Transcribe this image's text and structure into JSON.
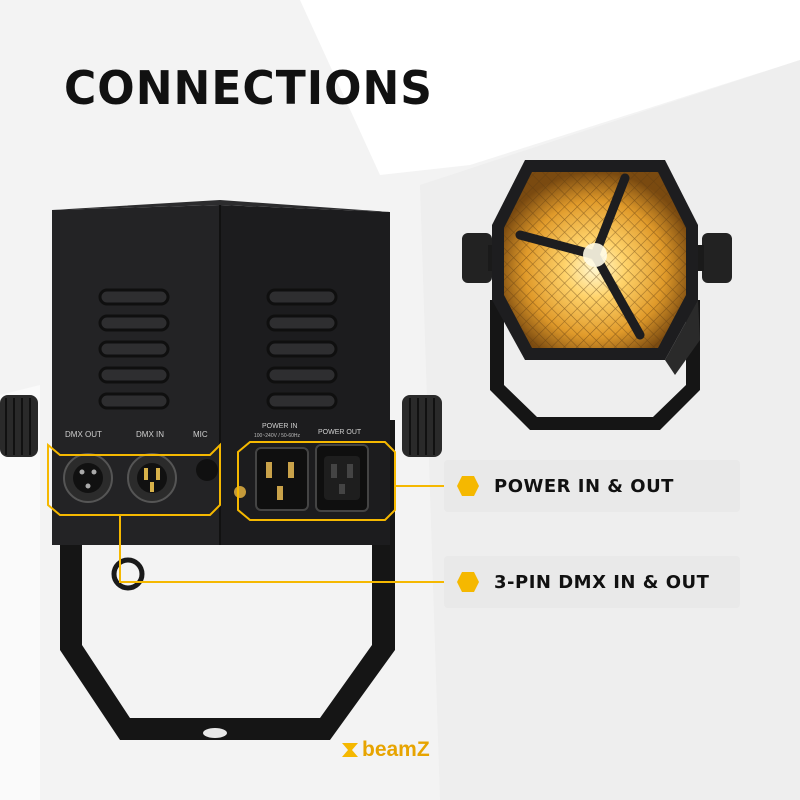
{
  "title": "CONNECTIONS",
  "callouts": {
    "power": "POWER IN & OUT",
    "dmx": "3-PIN DMX IN & OUT"
  },
  "panel_labels": {
    "dmx_out": "DMX OUT",
    "dmx_in": "DMX IN",
    "mic": "MIC",
    "power_in": "POWER IN",
    "power_in_spec": "100~240V / 50-60Hz",
    "power_out": "POWER OUT"
  },
  "brand": "beamZ",
  "colors": {
    "accent": "#f5b800",
    "background": "#f2f2f2",
    "device": "#1c1c1e"
  }
}
